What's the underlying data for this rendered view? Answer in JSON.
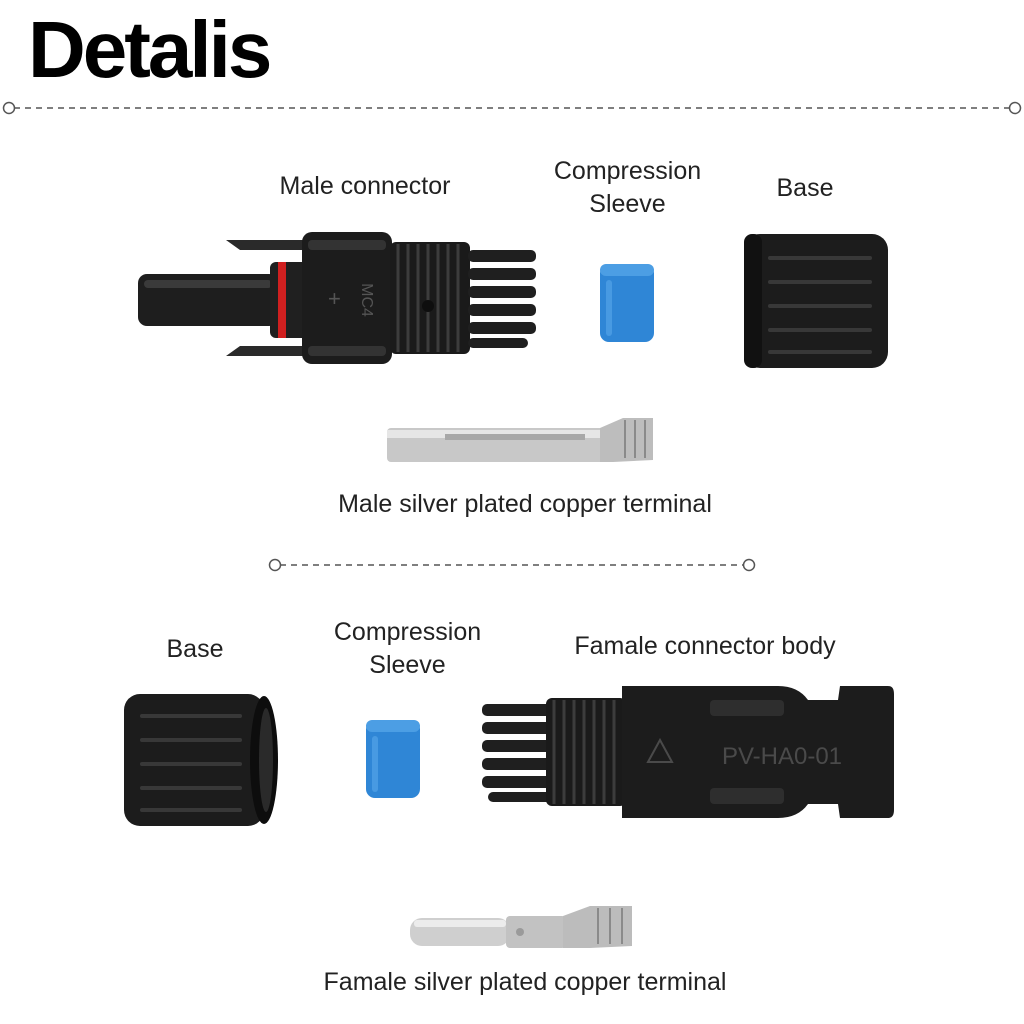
{
  "title": "Detalis",
  "top": {
    "male_connector": "Male connector",
    "compression_sleeve_line1": "Compression",
    "compression_sleeve_line2": "Sleeve",
    "base": "Base",
    "terminal": "Male silver plated copper terminal",
    "connector_marking": "MC4"
  },
  "bottom": {
    "base": "Base",
    "compression_sleeve_line1": "Compression",
    "compression_sleeve_line2": "Sleeve",
    "female_connector_body": "Famale connector body",
    "terminal": "Famale silver plated copper terminal",
    "connector_marking": "PV-HA0-01"
  },
  "colors": {
    "plastic": "#1c1c1c",
    "sleeve_blue": "#2f86d6",
    "seal_red": "#d02020",
    "silver": "#c8c8c8"
  }
}
